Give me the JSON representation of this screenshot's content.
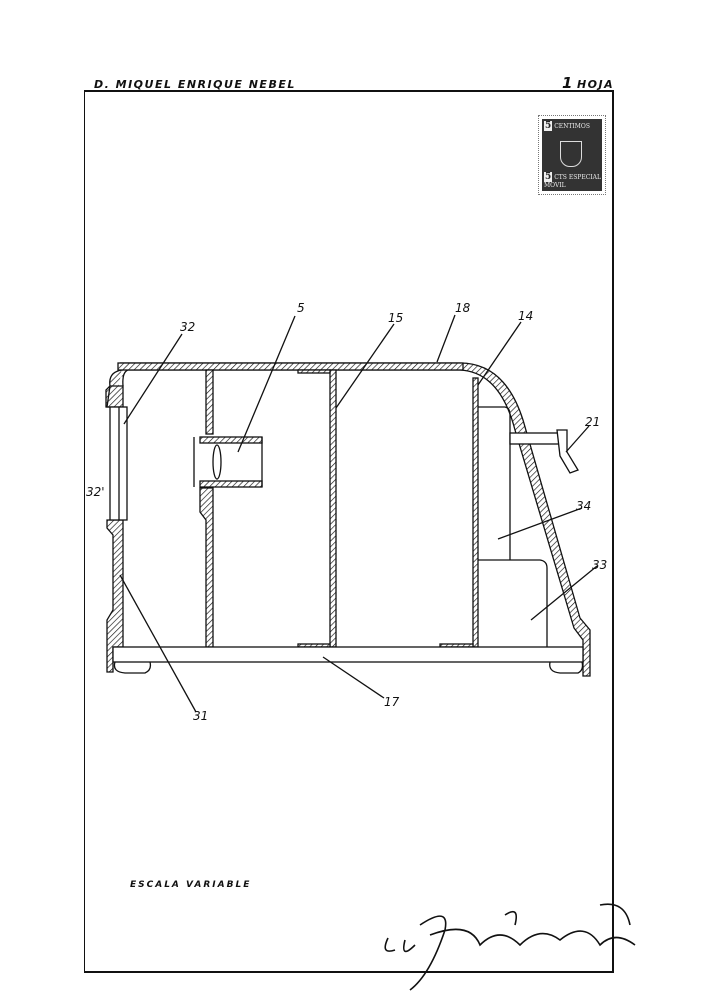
{
  "header": {
    "author": "D. MIQUEL ENRIQUE NEBEL",
    "sheet_number": "1",
    "sheet_label": "HOJA"
  },
  "stamp": {
    "value_top": "5",
    "denomination": "CENTIMOS",
    "value_bottom": "5",
    "unit": "CTS",
    "type": "ESPECIAL MOVIL"
  },
  "drawing": {
    "labels": {
      "l32": "32",
      "l5": "5",
      "l15": "15",
      "l18": "18",
      "l14": "14",
      "l21": "21",
      "l34": "34",
      "l33": "33",
      "l32p": "32'",
      "l31": "31",
      "l17": "17"
    }
  },
  "footer": {
    "scale": "ESCALA VARIABLE"
  }
}
